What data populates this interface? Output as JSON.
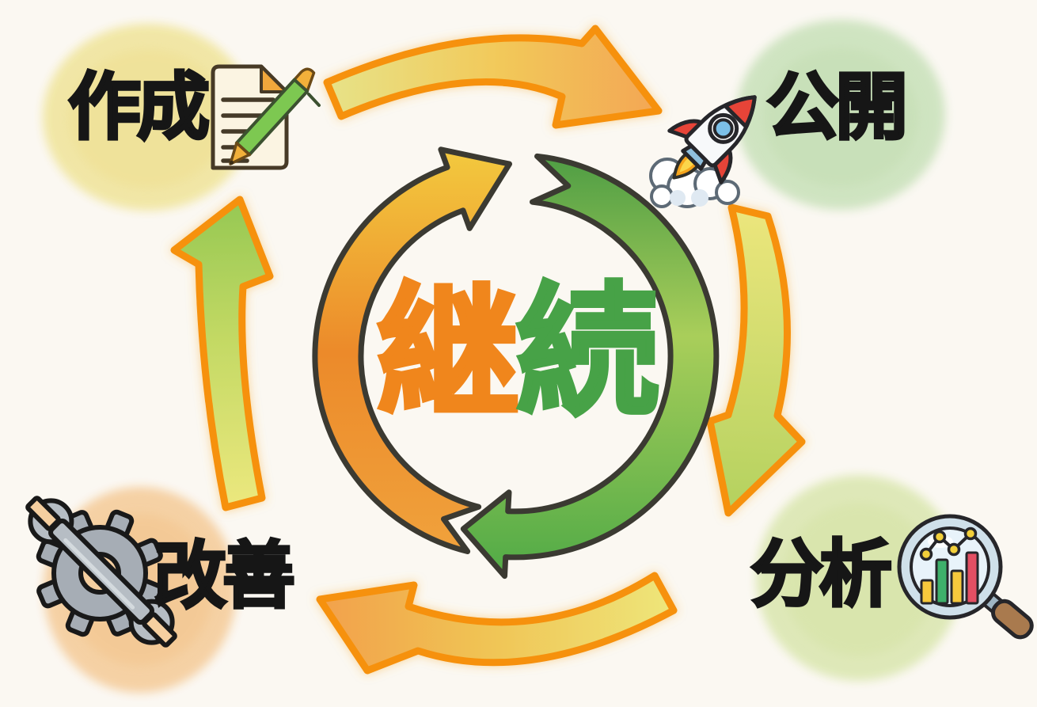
{
  "background_color": "#fbf8f2",
  "center": {
    "word": "継続",
    "char_first": "継",
    "char_second": "続",
    "char_first_color": "#f0861c",
    "char_second_color": "#47a247"
  },
  "stages": {
    "create": {
      "label": "作成",
      "icon": "document-pen-icon",
      "blob_color": "#f1e6a2",
      "position": "top-left"
    },
    "publish": {
      "label": "公開",
      "icon": "rocket-icon",
      "blob_color": "#cde3bf",
      "position": "top-right"
    },
    "analyze": {
      "label": "分析",
      "icon": "magnifier-chart-icon",
      "blob_color": "#dde8b5",
      "position": "bottom-right"
    },
    "improve": {
      "label": "改善",
      "icon": "gear-wrench-icon",
      "blob_color": "#f5cfa0",
      "position": "bottom-left"
    }
  },
  "flow": {
    "direction": "clockwise",
    "sequence": [
      "作成",
      "公開",
      "分析",
      "改善"
    ],
    "outer_arrows": [
      {
        "side": "top",
        "from": "作成",
        "to": "公開"
      },
      {
        "side": "right",
        "from": "公開",
        "to": "分析"
      },
      {
        "side": "bottom",
        "from": "分析",
        "to": "改善"
      },
      {
        "side": "left",
        "from": "改善",
        "to": "作成"
      }
    ],
    "inner_ring": "two half-circle arrows (orange + green) cycling clockwise"
  },
  "colors": {
    "outer_arrow_outline": "#f6910e",
    "ring_outline": "#3b3a32",
    "ring_orange": "#ec8a2a",
    "ring_green": "#57ad48",
    "label_color": "#161616"
  }
}
